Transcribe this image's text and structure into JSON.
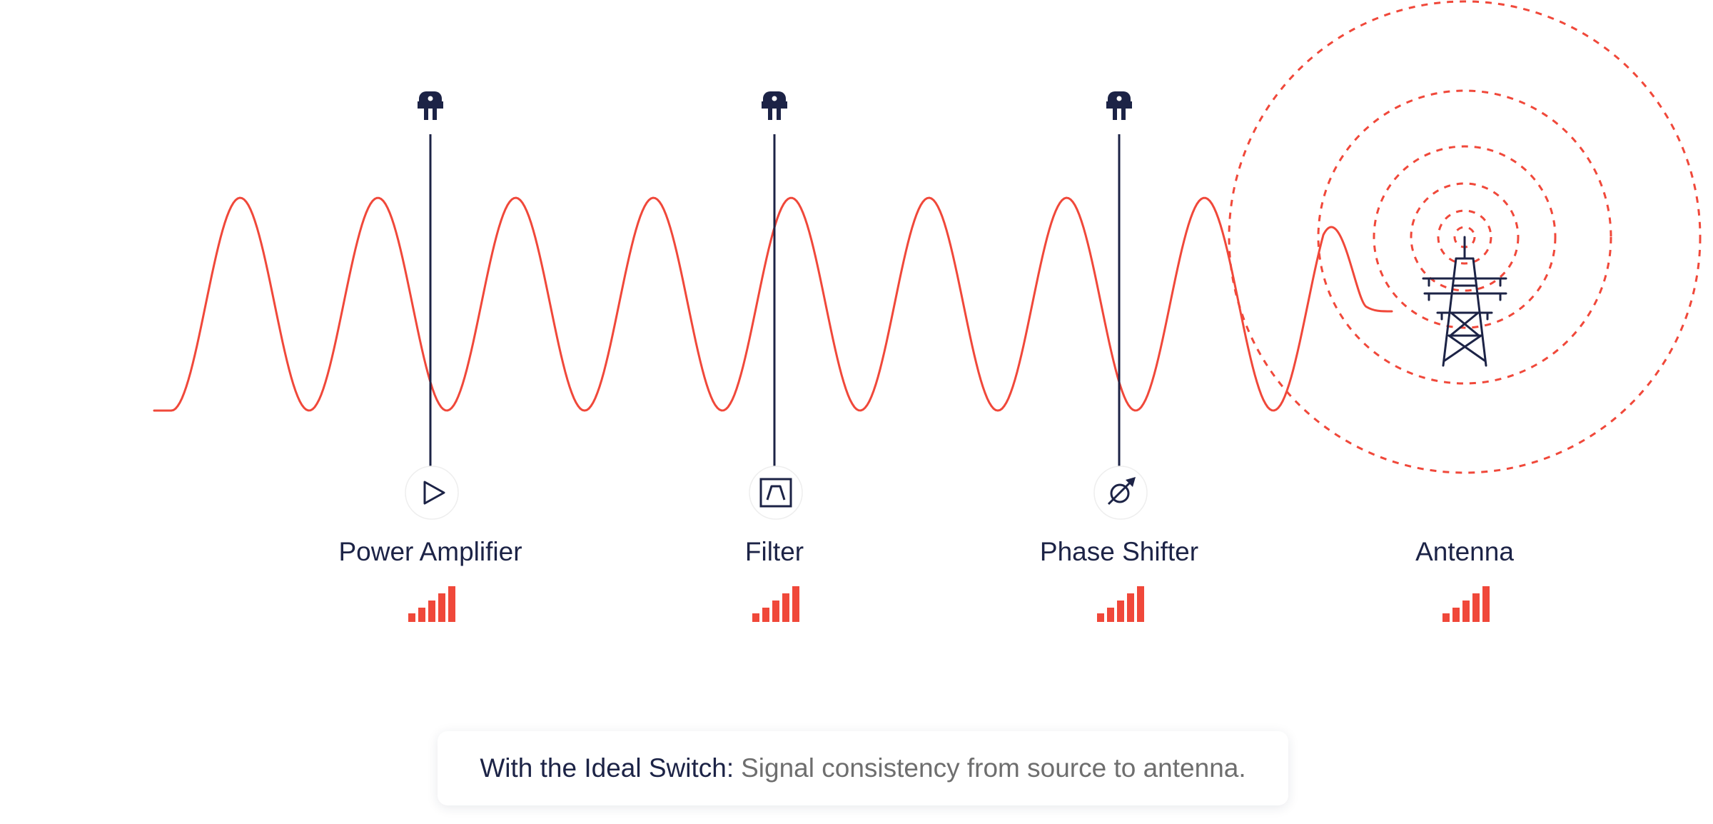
{
  "colors": {
    "navy": "#1c2346",
    "signal_red": "#f0483a",
    "caption_muted": "#6e6e6e"
  },
  "stages": [
    {
      "id": "power-amplifier",
      "label": "Power Amplifier",
      "icon": "play-triangle-icon",
      "signal_level": 5,
      "signal_max": 5
    },
    {
      "id": "filter",
      "label": "Filter",
      "icon": "bandpass-filter-icon",
      "signal_level": 5,
      "signal_max": 5
    },
    {
      "id": "phase-shifter",
      "label": "Phase Shifter",
      "icon": "phase-shifter-icon",
      "signal_level": 5,
      "signal_max": 5
    },
    {
      "id": "antenna",
      "label": "Antenna",
      "icon": "transmission-tower-icon",
      "signal_level": 5,
      "signal_max": 5
    }
  ],
  "switch_icon": "switch-connector-icon",
  "caption": {
    "lead": "With the Ideal Switch:",
    "text": "Signal consistency from source to antenna."
  }
}
